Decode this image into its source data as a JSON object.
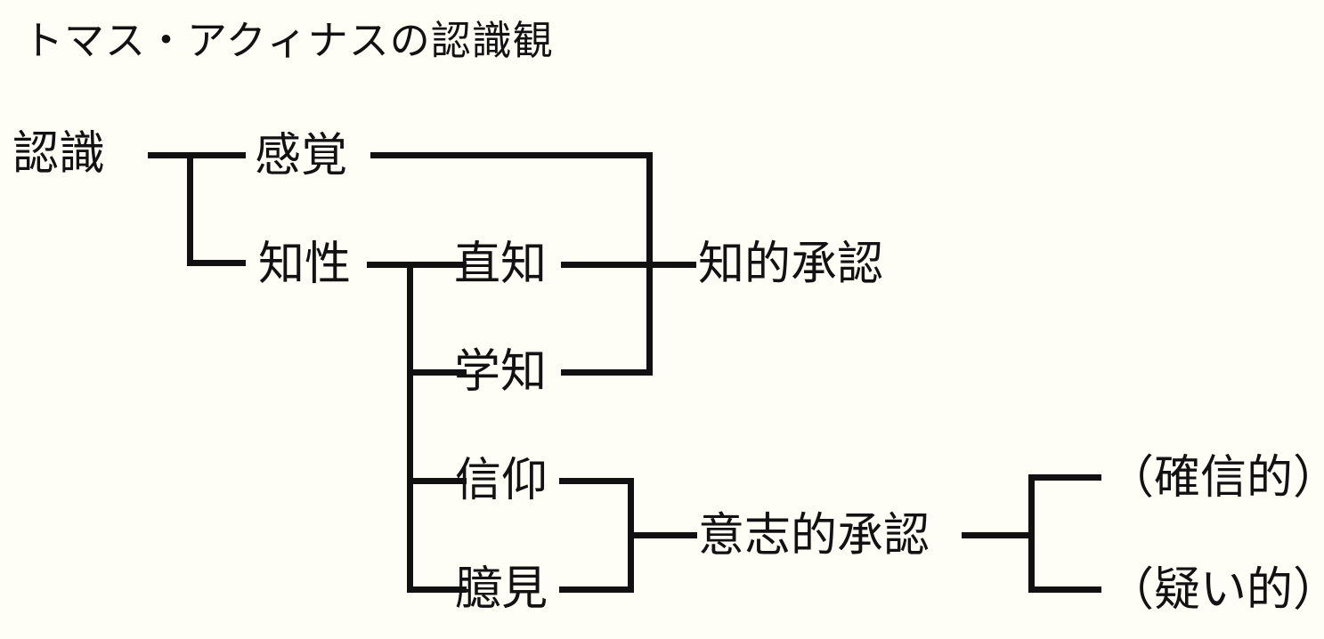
{
  "page": {
    "title": "トマス・アクィナスの認識観",
    "background_color": "#fffef6",
    "line_color": "#111111",
    "text_color": "#121212"
  },
  "diagram": {
    "type": "tree",
    "root": "認識",
    "nodes": {
      "ninshiki": "認識",
      "kankaku": "感覚",
      "chisei": "知性",
      "chokuchi": "直知",
      "gakuchi": "学知",
      "shinkou": "信仰",
      "okken": "臆見",
      "chiteki_shounin": "知的承認",
      "ishiteki_shounin": "意志的承認",
      "kakushinteki": "（確信的）",
      "utagaiteki": "（疑い的）"
    },
    "edges": [
      {
        "from": "認識",
        "to": "感覚"
      },
      {
        "from": "認識",
        "to": "知性"
      },
      {
        "from": "知性",
        "to": "直知"
      },
      {
        "from": "知性",
        "to": "学知"
      },
      {
        "from": "知性",
        "to": "信仰"
      },
      {
        "from": "知性",
        "to": "臆見"
      },
      {
        "from": "感覚",
        "to": "知的承認"
      },
      {
        "from": "直知",
        "to": "知的承認"
      },
      {
        "from": "学知",
        "to": "知的承認"
      },
      {
        "from": "信仰",
        "to": "意志的承認"
      },
      {
        "from": "臆見",
        "to": "意志的承認"
      },
      {
        "from": "意志的承認",
        "to": "（確信的）"
      },
      {
        "from": "意志的承認",
        "to": "（疑い的）"
      }
    ]
  }
}
